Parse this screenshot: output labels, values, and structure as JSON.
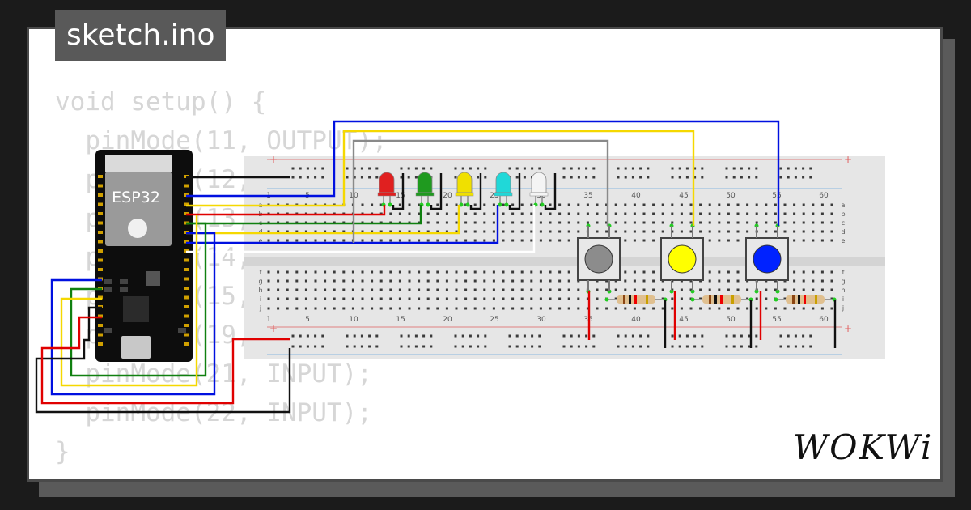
{
  "title": "sketch.ino",
  "code_lines": [
    "void setup() {",
    "  pinMode(11, OUTPUT);",
    "  pinMode(12, OUTPUT);",
    "  pinMode(13, OUTPUT);",
    "  pinMode(14, OUTPUT);",
    "  pinMode(15, OUTPUT);",
    "  pinMode(19, INPUT);",
    "  pinMode(21, INPUT);",
    "  pinMode(22, INPUT);",
    "}"
  ],
  "board_label": "ESP32",
  "brand": "WOKWi",
  "breadboard": {
    "column_numbers": [
      "1",
      "5",
      "10",
      "15",
      "20",
      "25",
      "30",
      "35",
      "40",
      "45",
      "50",
      "55",
      "60"
    ],
    "row_letters_top": [
      "a",
      "b",
      "c",
      "d",
      "e"
    ],
    "row_letters_bottom": [
      "f",
      "g",
      "h",
      "i",
      "j"
    ],
    "rail_sign": "+"
  },
  "leds": [
    {
      "name": "led-red",
      "color": "#e02020"
    },
    {
      "name": "led-green",
      "color": "#1f9a1f"
    },
    {
      "name": "led-yellow",
      "color": "#f0e000"
    },
    {
      "name": "led-cyan",
      "color": "#20d8d8"
    },
    {
      "name": "led-white",
      "color": "#f4f4f4"
    }
  ],
  "buttons": [
    {
      "name": "button-gray",
      "color": "#8c8c8c"
    },
    {
      "name": "button-yellow",
      "color": "#ffff00"
    },
    {
      "name": "button-blue",
      "color": "#0022ff"
    }
  ],
  "wire_colors": {
    "red": "#e00000",
    "black": "#111111",
    "blue": "#0010e0",
    "yellow": "#f5d800",
    "green": "#108010",
    "gray": "#8a8a8a",
    "white": "#ffffff"
  }
}
